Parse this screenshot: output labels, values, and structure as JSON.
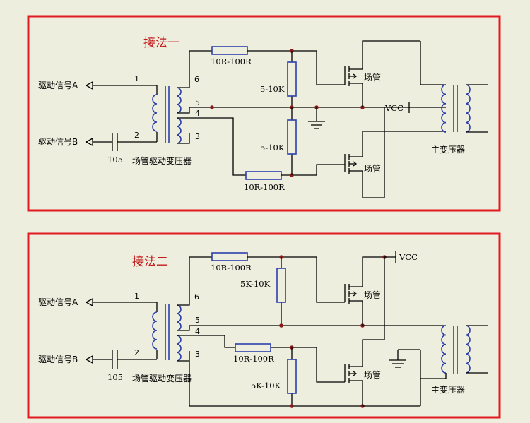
{
  "colors": {
    "panel_border": "#e21b22",
    "title": "#c21818",
    "component": "#2b3faa",
    "junction": "#8a1a1a",
    "background": "#eeeede"
  },
  "panel1": {
    "title": "接法一",
    "input_a": "驱动信号A",
    "input_b": "驱动信号B",
    "pin1": "1",
    "pin2": "2",
    "pin3": "3",
    "pin4": "4",
    "pin5": "5",
    "pin6": "6",
    "cap": "105",
    "drive_transformer": "场管驱动变压器",
    "r_gate_top": "10R-100R",
    "r_pull_top": "5-10K",
    "r_pull_bottom": "5-10K",
    "r_gate_bottom": "10R-100R",
    "mos_top": "场管",
    "mos_bottom": "场管",
    "vcc": "VCC",
    "main_transformer": "主变压器"
  },
  "panel2": {
    "title": "接法二",
    "input_a": "驱动信号A",
    "input_b": "驱动信号B",
    "pin1": "1",
    "pin2": "2",
    "pin3": "3",
    "pin4": "4",
    "pin5": "5",
    "pin6": "6",
    "cap": "105",
    "drive_transformer": "场管驱动变压器",
    "r_gate_top": "10R-100R",
    "r_pull_top": "5K-10K",
    "r_gate_bottom": "10R-100R",
    "r_pull_bottom": "5K-10K",
    "mos_top": "场管",
    "mos_bottom": "场管",
    "vcc": "VCC",
    "main_transformer": "主变压器"
  }
}
